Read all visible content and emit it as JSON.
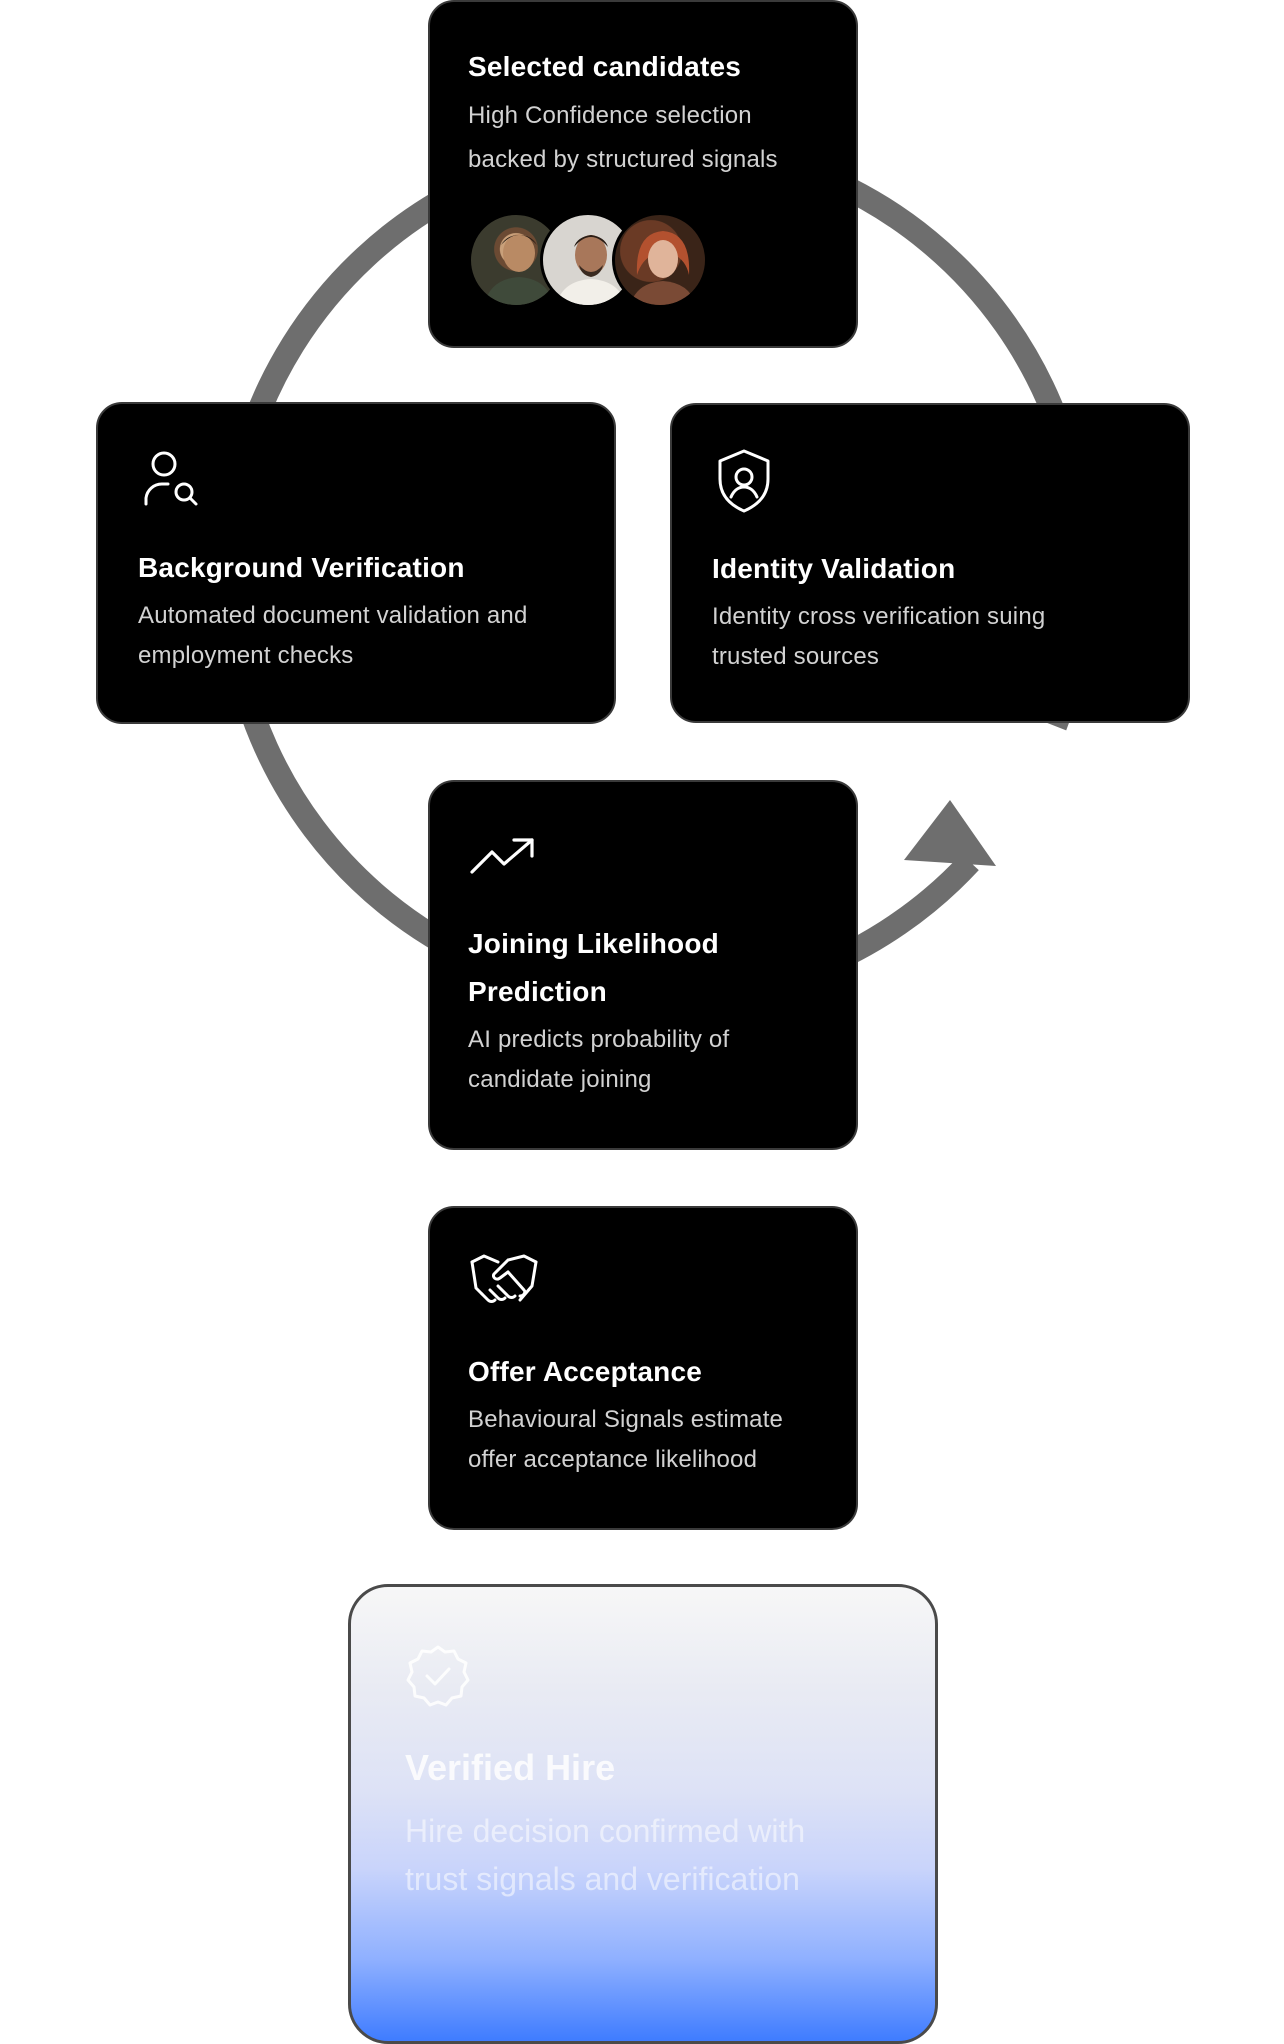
{
  "colors": {
    "card_bg": "#000000",
    "card_border": "#3a3a3a",
    "loop_arrow": "#6e6e6e",
    "title_text": "#ffffff",
    "desc_text": "#d2d2d2",
    "gradient_accent": "#3f7cff"
  },
  "cards": {
    "selected": {
      "title": "Selected candidates",
      "desc_line1": "High Confidence selection",
      "desc_line2": "backed by structured signals",
      "avatars": [
        "avatar-candidate-1",
        "avatar-candidate-2",
        "avatar-candidate-3"
      ]
    },
    "background": {
      "icon": "user-search-icon",
      "title": "Background Verification",
      "desc_line1": "Automated document validation and",
      "desc_line2": "employment checks"
    },
    "identity": {
      "icon": "shield-user-icon",
      "title": "Identity Validation",
      "desc_line1": "Identity cross verification suing",
      "desc_line2": "trusted sources"
    },
    "joining": {
      "icon": "trending-up-icon",
      "title_line1": "Joining Likelihood",
      "title_line2": "Prediction",
      "desc_line1": "AI predicts probability of",
      "desc_line2": "candidate joining"
    },
    "offer": {
      "icon": "handshake-icon",
      "title": "Offer Acceptance",
      "desc_line1": "Behavioural Signals estimate",
      "desc_line2": "offer acceptance likelihood"
    },
    "verified": {
      "icon": "verified-badge-icon",
      "title": "Verified Hire",
      "desc_line1": "Hire decision confirmed with",
      "desc_line2": "trust signals and verification"
    }
  }
}
